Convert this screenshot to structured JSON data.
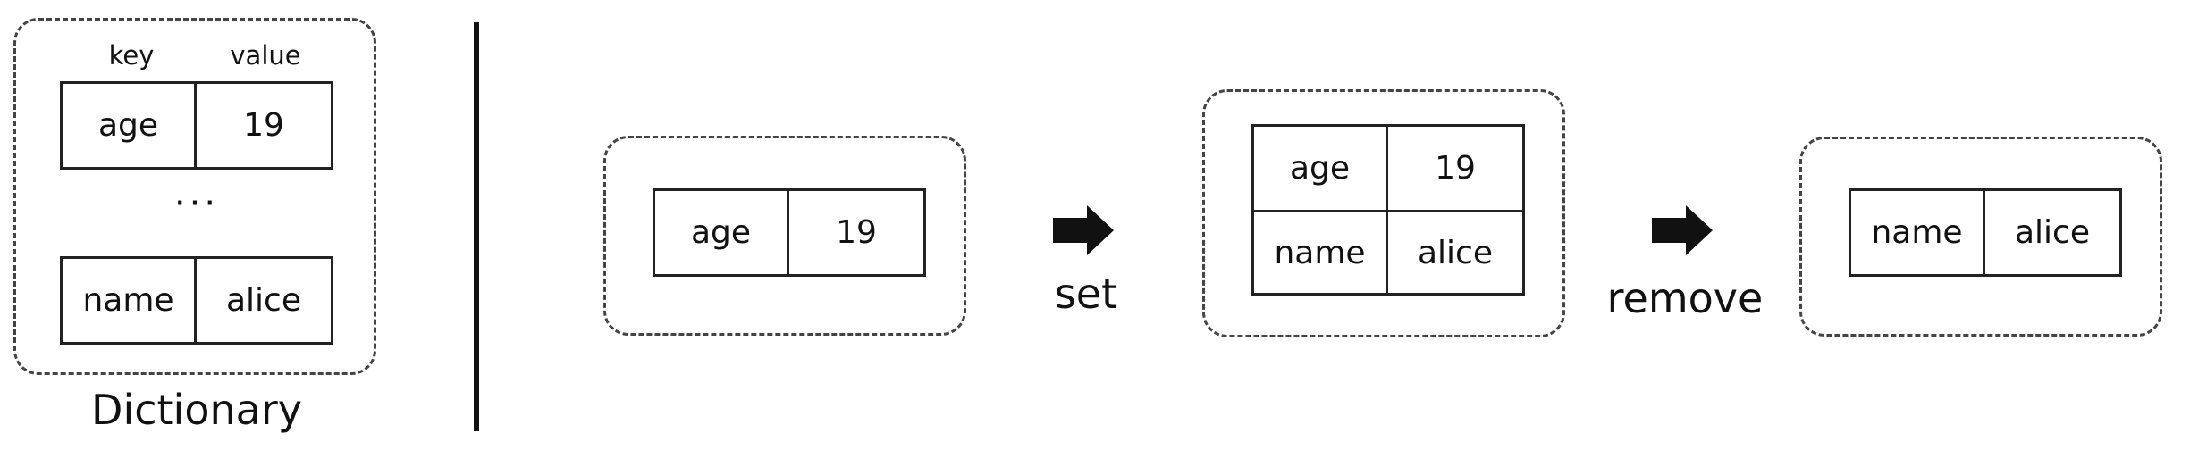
{
  "dictionary": {
    "key_header": "key",
    "value_header": "value",
    "first_entry": {
      "key": "age",
      "value": "19"
    },
    "ellipsis": "···",
    "last_entry": {
      "key": "name",
      "value": "alice"
    },
    "caption": "Dictionary"
  },
  "state1": {
    "entries": [
      {
        "key": "age",
        "value": "19"
      }
    ]
  },
  "op1": {
    "label": "set"
  },
  "state2": {
    "entries": [
      {
        "key": "age",
        "value": "19"
      },
      {
        "key": "name",
        "value": "alice"
      }
    ]
  },
  "op2": {
    "label": "remove"
  },
  "state3": {
    "entries": [
      {
        "key": "name",
        "value": "alice"
      }
    ]
  }
}
